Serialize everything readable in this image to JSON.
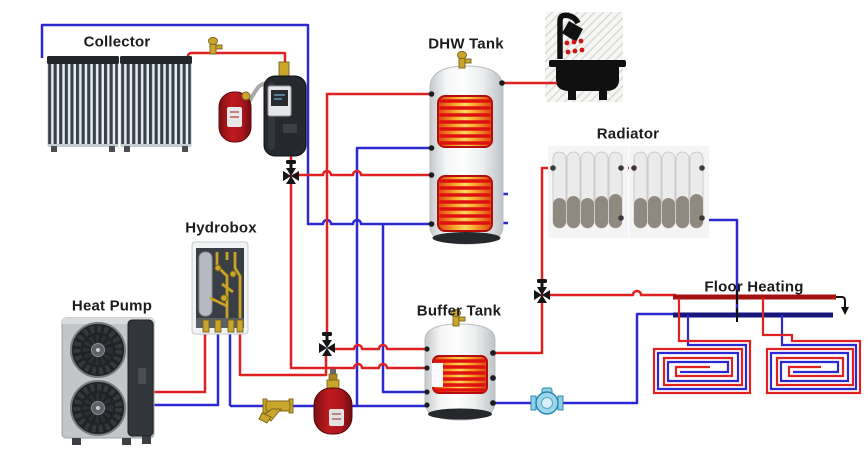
{
  "diagram": {
    "labels": {
      "collector": "Collector",
      "dhw_tank": "DHW Tank",
      "hydrobox": "Hydrobox",
      "heat_pump": "Heat Pump",
      "buffer_tank": "Buffer Tank",
      "radiator": "Radiator",
      "floor_heating": "Floor Heating"
    },
    "colors": {
      "hot_pipe": "#e02121",
      "cold_pipe": "#2a2ad0",
      "manifold_hot": "#a31111",
      "manifold_cold": "#16167d",
      "brass": "#caa52c",
      "valve": "#151515",
      "pump": "#8fd0e8",
      "vessel": "#a8151c",
      "coil_stripe": "#dd1111",
      "coil_glow": "#ffb12e",
      "label_ink": "#1c1c1c",
      "background": "#ffffff"
    },
    "icons": [
      "solar-collector-panel",
      "air-vent-icon",
      "solar-pump-station",
      "solar-expansion-vessel",
      "dhw-tank",
      "heating-coil",
      "shower-bath-icon",
      "radiator-unit",
      "floor-heating-loop",
      "floor-heating-manifold",
      "flow-arrow-icon",
      "buffer-tank",
      "heat-pump-unit",
      "fan-icon",
      "hydrobox-unit",
      "three-way-valve-icon",
      "y-strainer-icon",
      "expansion-vessel",
      "circulation-pump-icon"
    ]
  }
}
